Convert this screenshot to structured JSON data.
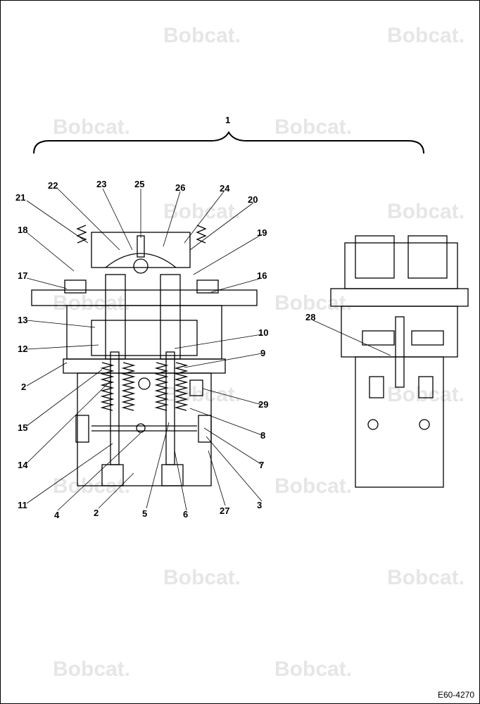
{
  "watermark": {
    "text": "Bobcat."
  },
  "drawing_ref": "E60-4270",
  "labels": {
    "l1": "1",
    "l2a": "2",
    "l2b": "2",
    "l3": "3",
    "l4": "4",
    "l5": "5",
    "l6": "6",
    "l7": "7",
    "l8": "8",
    "l9": "9",
    "l10": "10",
    "l11": "11",
    "l12": "12",
    "l13": "13",
    "l14": "14",
    "l15": "15",
    "l16": "16",
    "l17": "17",
    "l18": "18",
    "l19": "19",
    "l20": "20",
    "l21": "21",
    "l22": "22",
    "l23": "23",
    "l24": "24",
    "l25": "25",
    "l26": "26",
    "l27": "27",
    "l28": "28",
    "l29": "29"
  }
}
